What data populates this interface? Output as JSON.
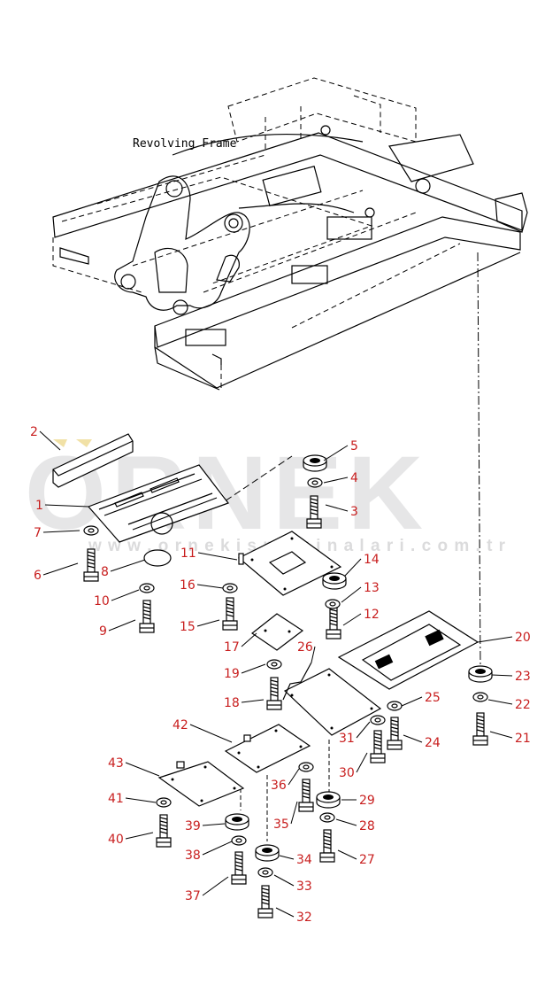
{
  "frame_label": "Revolving Frame",
  "watermark": {
    "main": "ORNEK",
    "url": "w w w . o r n e k i s m a k i n a l a r i . c o m . t r"
  },
  "callouts": [
    {
      "id": "1",
      "text": "1"
    },
    {
      "id": "2",
      "text": "2"
    },
    {
      "id": "3",
      "text": "3"
    },
    {
      "id": "4",
      "text": "4"
    },
    {
      "id": "5",
      "text": "5"
    },
    {
      "id": "6",
      "text": "6"
    },
    {
      "id": "7",
      "text": "7"
    },
    {
      "id": "8",
      "text": "8"
    },
    {
      "id": "9",
      "text": "9"
    },
    {
      "id": "10",
      "text": "10"
    },
    {
      "id": "11",
      "text": "11"
    },
    {
      "id": "12",
      "text": "12"
    },
    {
      "id": "13",
      "text": "13"
    },
    {
      "id": "14",
      "text": "14"
    },
    {
      "id": "15",
      "text": "15"
    },
    {
      "id": "16",
      "text": "16"
    },
    {
      "id": "17",
      "text": "17"
    },
    {
      "id": "18",
      "text": "18"
    },
    {
      "id": "19",
      "text": "19"
    },
    {
      "id": "20",
      "text": "20"
    },
    {
      "id": "21",
      "text": "21"
    },
    {
      "id": "22",
      "text": "22"
    },
    {
      "id": "23",
      "text": "23"
    },
    {
      "id": "24",
      "text": "24"
    },
    {
      "id": "25",
      "text": "25"
    },
    {
      "id": "26",
      "text": "26"
    },
    {
      "id": "27",
      "text": "27"
    },
    {
      "id": "28",
      "text": "28"
    },
    {
      "id": "29",
      "text": "29"
    },
    {
      "id": "30",
      "text": "30"
    },
    {
      "id": "31",
      "text": "31"
    },
    {
      "id": "32",
      "text": "32"
    },
    {
      "id": "33",
      "text": "33"
    },
    {
      "id": "34",
      "text": "34"
    },
    {
      "id": "35",
      "text": "35"
    },
    {
      "id": "36",
      "text": "36"
    },
    {
      "id": "37",
      "text": "37"
    },
    {
      "id": "38",
      "text": "38"
    },
    {
      "id": "39",
      "text": "39"
    },
    {
      "id": "40",
      "text": "40"
    },
    {
      "id": "41",
      "text": "41"
    },
    {
      "id": "42",
      "text": "42"
    },
    {
      "id": "43",
      "text": "43"
    }
  ],
  "colors": {
    "callout": "#c81e1e",
    "line": "#000000",
    "watermark": "#d2d2d4"
  }
}
